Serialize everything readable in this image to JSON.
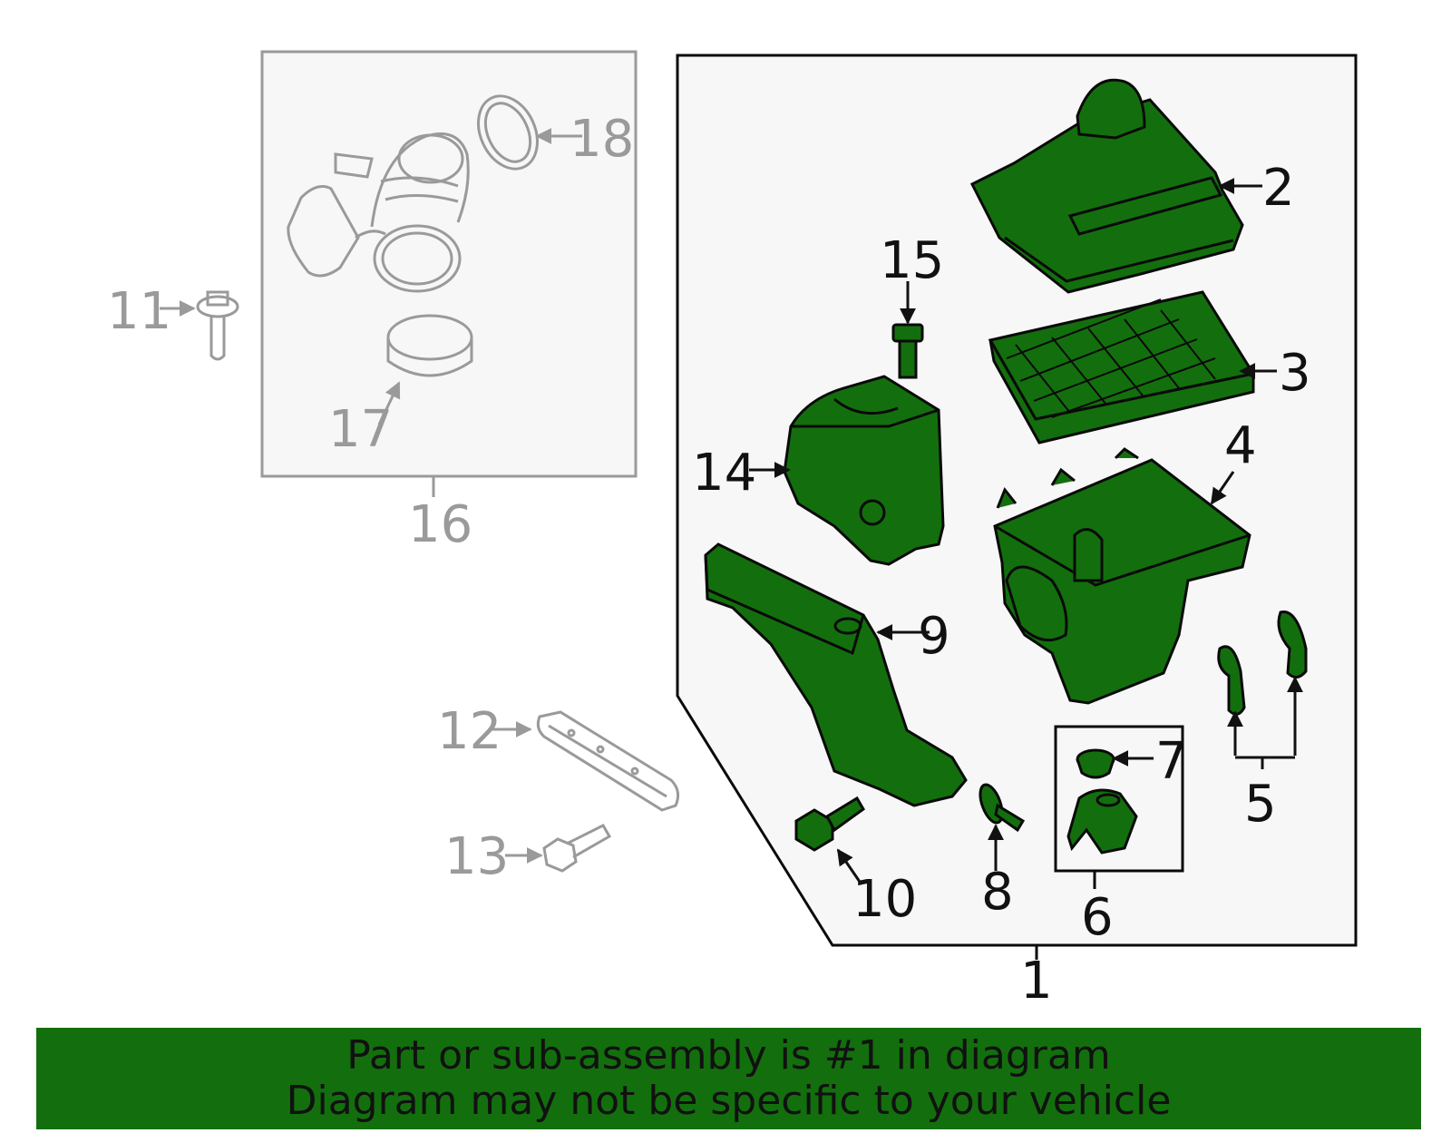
{
  "colors": {
    "part_fill": "#136f0d",
    "part_stroke": "#0a0a0a",
    "grey_part": "#9a9a9a",
    "panel_bg": "#f7f7f7",
    "banner_bg": "#136f0d"
  },
  "callouts": {
    "c1": "1",
    "c2": "2",
    "c3": "3",
    "c4": "4",
    "c5": "5",
    "c6": "6",
    "c7": "7",
    "c8": "8",
    "c9": "9",
    "c10": "10",
    "c11": "11",
    "c12": "12",
    "c13": "13",
    "c14": "14",
    "c15": "15",
    "c16": "16",
    "c17": "17",
    "c18": "18"
  },
  "banner": {
    "line1": "Part or sub-assembly is #1 in diagram",
    "line2": "Diagram may not be specific to your vehicle"
  }
}
